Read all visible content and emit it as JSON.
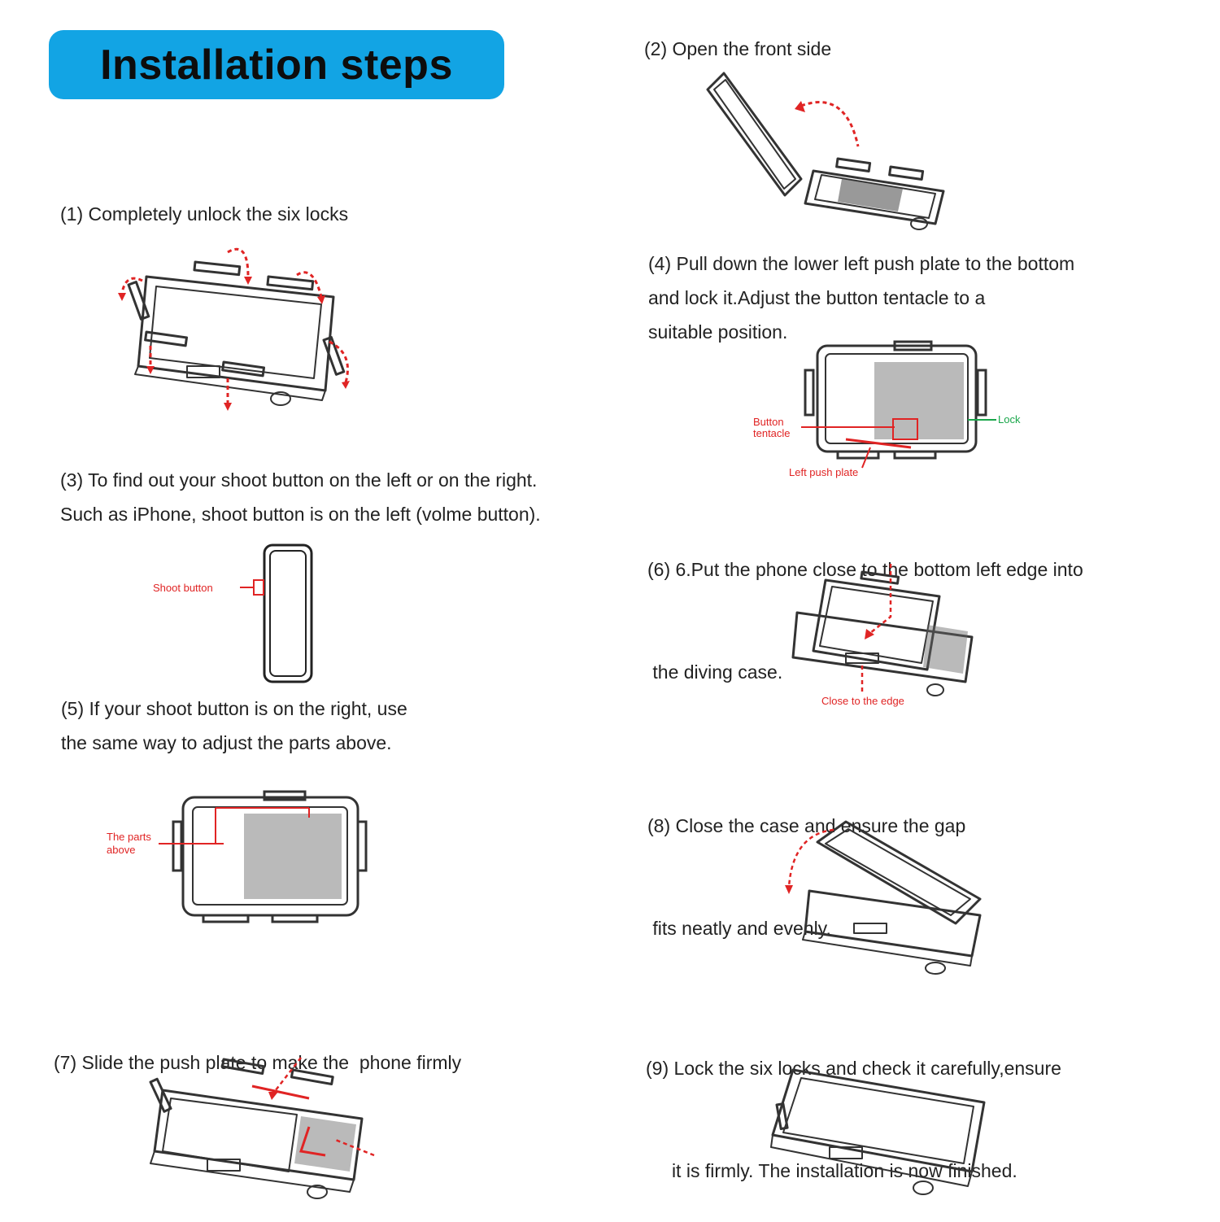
{
  "title": "Installation steps",
  "colors": {
    "title_bg": "#12a4e4",
    "arrow_red": "#e02424",
    "lock_green": "#19a64a",
    "line_dark": "#333333"
  },
  "steps": {
    "s1": {
      "lines": [
        "(1) Completely unlock the six locks"
      ]
    },
    "s2": {
      "lines": [
        "(2) Open the front side"
      ]
    },
    "s3": {
      "lines": [
        "(3) To find out your shoot button on the left or on the right.",
        "Such as iPhone, shoot button is on the left (volme button)."
      ],
      "callouts": [
        "Shoot button"
      ]
    },
    "s4": {
      "lines": [
        "(4) Pull down the lower left push plate to the bottom",
        "and lock it.Adjust the button tentacle to a",
        "suitable position."
      ],
      "callouts": [
        "Button",
        "tentacle",
        "Lock",
        "Left push plate"
      ]
    },
    "s5": {
      "lines": [
        "(5) If your shoot button is on the right, use",
        "the same way to adjust the parts above."
      ],
      "callouts": [
        "The parts",
        "above"
      ]
    },
    "s6": {
      "lines": [
        "(6) 6.Put the phone close to the bottom left edge into",
        " the diving case."
      ],
      "callouts": [
        "Close to the edge"
      ]
    },
    "s7": {
      "lines": [
        "(7) Slide the push plate to make the  phone firmly"
      ]
    },
    "s8": {
      "lines": [
        "(8) Close the case and ensure the gap",
        " fits neatly and evenly."
      ]
    },
    "s9": {
      "lines": [
        "(9) Lock the six locks and check it carefully,ensure",
        "     it is firmly. The installation is now finished."
      ]
    }
  }
}
